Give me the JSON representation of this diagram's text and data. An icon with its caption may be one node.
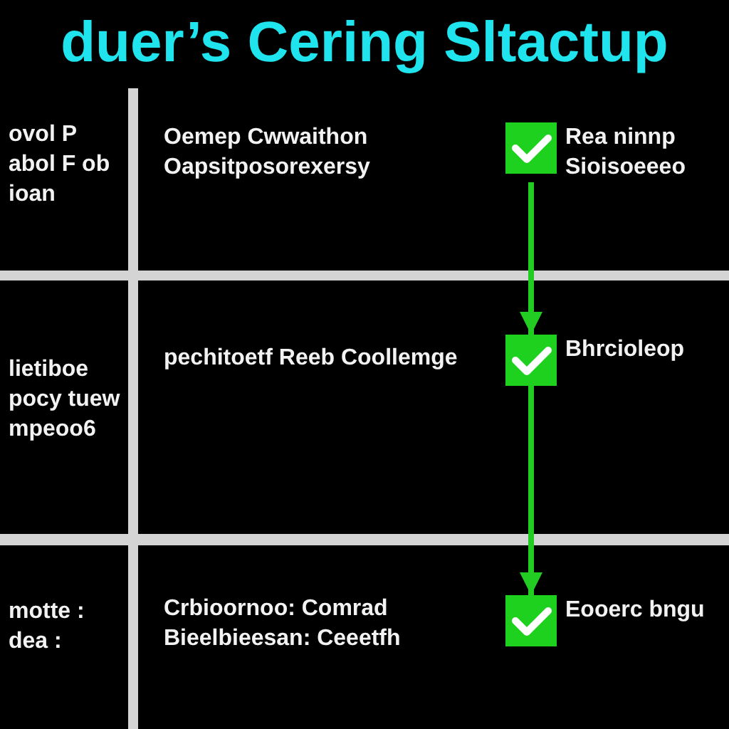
{
  "diagram": {
    "title": "duer’s Cering Sltactup",
    "nodes": [
      {
        "text": [
          "ovol P abol F ob ioan"
        ]
      },
      {
        "text": [
          "Oemep Cwwaithon Oapsitposorexersy"
        ]
      },
      {
        "text": [
          "Rea ninnp Sioisoeeeo"
        ],
        "in": 1
      },
      {
        "text": [
          "lietiboe pocy tuew mpeoo6"
        ]
      },
      {
        "text": [
          "pechitoetf Reeb Coollemge"
        ]
      },
      {
        "text": [
          "Bhrcioleop"
        ],
        "in": 4
      },
      {
        "text": [
          "motte : dea :"
        ]
      },
      {
        "text": [
          "Crbioornoo: Comrad Bieelbieesan: Ceeetfh"
        ]
      },
      {
        "text": [
          "Eooerc bngu"
        ],
        "in": 7
      }
    ],
    "edges": [
      {
        "from": 2,
        "to": 5,
        "arrow": "to"
      },
      {
        "from": 5,
        "to": 8,
        "arrow": "to"
      }
    ]
  }
}
